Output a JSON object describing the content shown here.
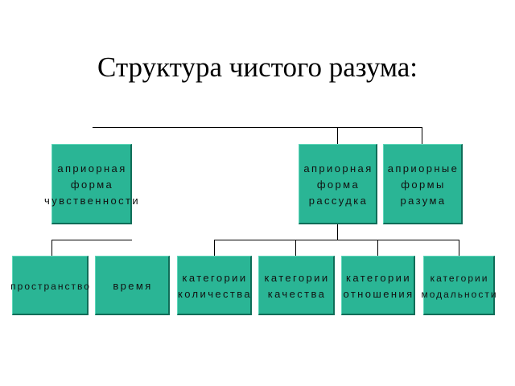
{
  "title": "Структура чистого разума:",
  "colors": {
    "box_fill": "#2ab595",
    "box_text": "#111111",
    "connector": "#000000"
  },
  "nodes": {
    "sensibility": {
      "label": "априорная\nформа\nчувственности"
    },
    "understanding": {
      "label": "априорная\nформа\nрассудка"
    },
    "reason": {
      "label": "априорные\nформы\nразума"
    },
    "space": {
      "label": "пространство"
    },
    "time": {
      "label": "время"
    },
    "quantity": {
      "label": "категории\nколичества"
    },
    "quality": {
      "label": "категории\nкачества"
    },
    "relation": {
      "label": "категории\nотношения"
    },
    "modality": {
      "label": "категории\nмодальности"
    }
  }
}
